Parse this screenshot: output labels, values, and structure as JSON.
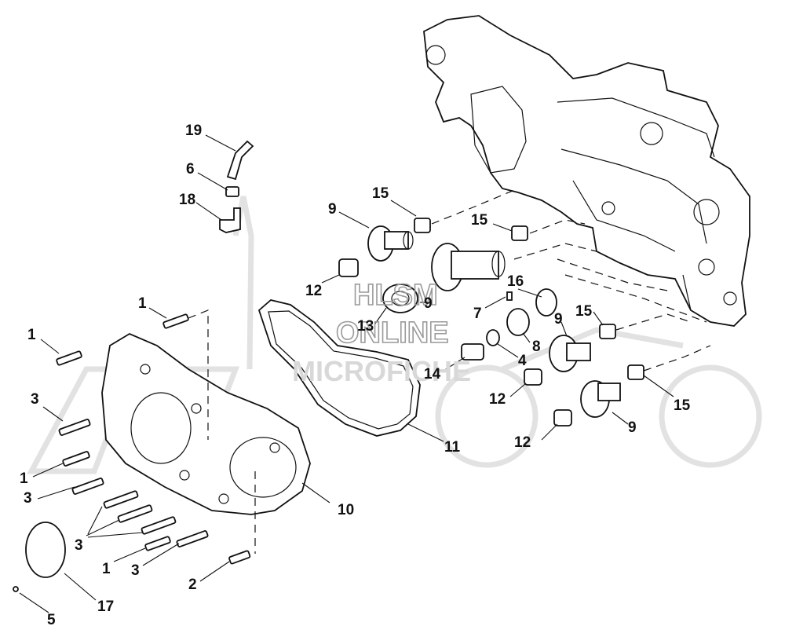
{
  "watermark": {
    "line1": "HLSM",
    "line2": "ONLINE",
    "line3": "MICROFICHE"
  },
  "callouts": [
    {
      "id": "c19",
      "text": "19"
    },
    {
      "id": "c6",
      "text": "6"
    },
    {
      "id": "c18",
      "text": "18"
    },
    {
      "id": "c9a",
      "text": "9"
    },
    {
      "id": "c15a",
      "text": "15"
    },
    {
      "id": "c15b",
      "text": "15"
    },
    {
      "id": "c12a",
      "text": "12"
    },
    {
      "id": "c9b",
      "text": "9"
    },
    {
      "id": "c16",
      "text": "16"
    },
    {
      "id": "c7",
      "text": "7"
    },
    {
      "id": "c13",
      "text": "13"
    },
    {
      "id": "c8",
      "text": "8"
    },
    {
      "id": "c9c",
      "text": "9"
    },
    {
      "id": "c15c",
      "text": "15"
    },
    {
      "id": "c4",
      "text": "4"
    },
    {
      "id": "c14",
      "text": "14"
    },
    {
      "id": "c12b",
      "text": "12"
    },
    {
      "id": "c15d",
      "text": "15"
    },
    {
      "id": "c9d",
      "text": "9"
    },
    {
      "id": "c12c",
      "text": "12"
    },
    {
      "id": "c11",
      "text": "11"
    },
    {
      "id": "c1a",
      "text": "1"
    },
    {
      "id": "c1b",
      "text": "1"
    },
    {
      "id": "c3a",
      "text": "3"
    },
    {
      "id": "c1c",
      "text": "1"
    },
    {
      "id": "c3b",
      "text": "3"
    },
    {
      "id": "c10",
      "text": "10"
    },
    {
      "id": "c3c",
      "text": "3"
    },
    {
      "id": "c1d",
      "text": "1"
    },
    {
      "id": "c3d",
      "text": "3"
    },
    {
      "id": "c2",
      "text": "2"
    },
    {
      "id": "c17",
      "text": "17"
    },
    {
      "id": "c5",
      "text": "5"
    }
  ]
}
